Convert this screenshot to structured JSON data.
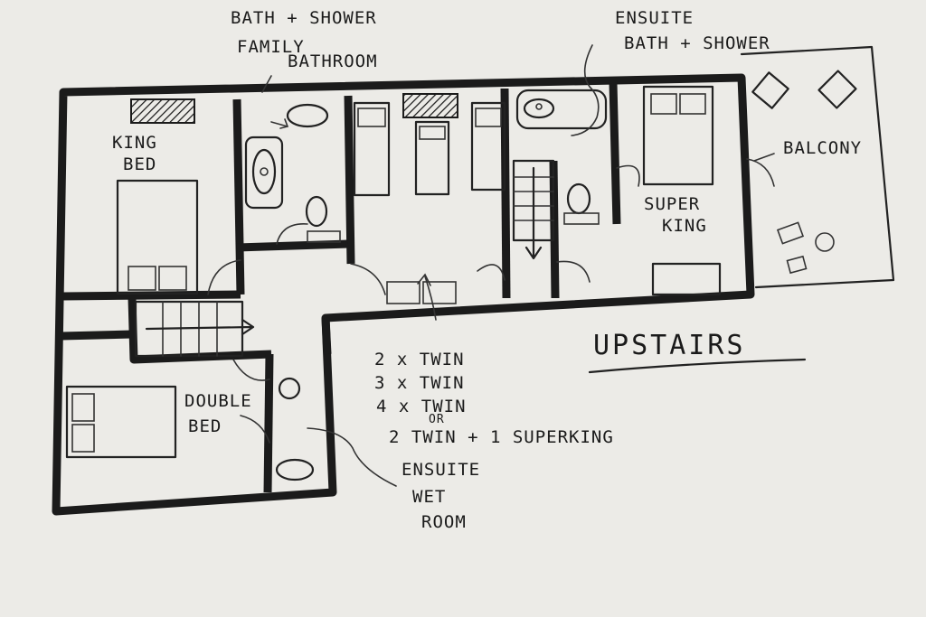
{
  "labels": {
    "family_bath_line1": "BATH + SHOWER",
    "family_bath_line2": "FAMILY",
    "family_bath_line3": "BATHROOM",
    "ensuite_top_line1": "ENSUITE",
    "ensuite_top_line2": "BATH + SHOWER",
    "king_line1": "KING",
    "king_line2": "BED",
    "balcony": "BALCONY",
    "superking_line1": "SUPER",
    "superking_line2": "KING",
    "double_line1": "DOUBLE",
    "double_line2": "BED",
    "upstairs": "UPSTAIRS",
    "twin_opt1": "2 x TWIN",
    "twin_opt2": "3 x TWIN",
    "twin_opt3": "4 x TWIN",
    "twin_or": "OR",
    "twin_opt4": "2 TWIN + 1 SUPERKING",
    "wetroom_line1": "ENSUITE",
    "wetroom_line2": "WET",
    "wetroom_line3": "ROOM"
  }
}
